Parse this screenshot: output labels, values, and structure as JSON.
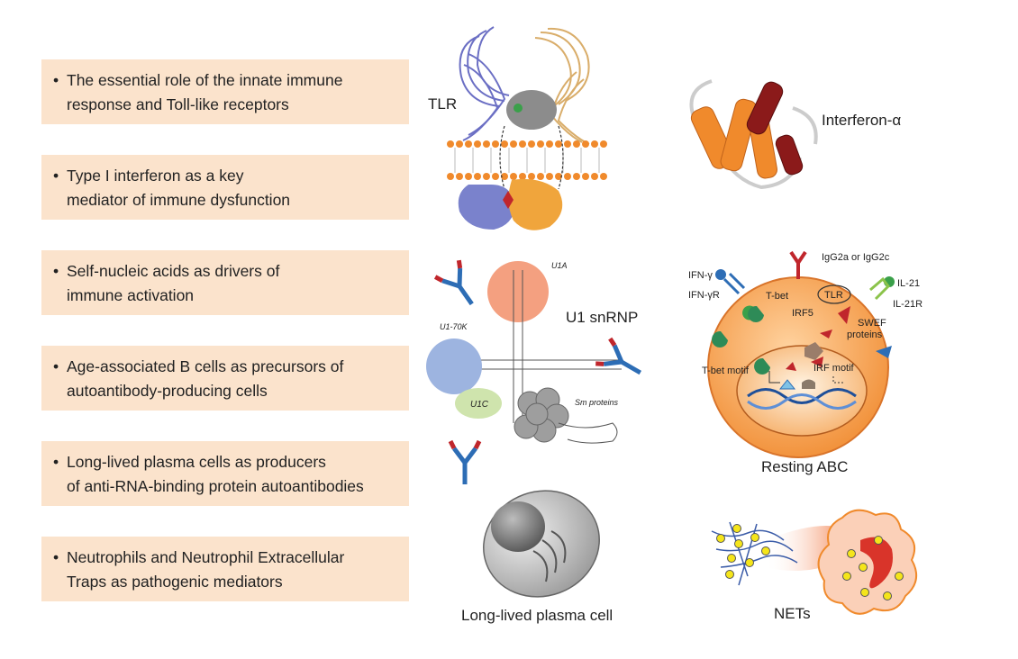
{
  "bullet": "•",
  "items": [
    {
      "text": "The essential role of the innate immune\nresponse and Toll-like receptors"
    },
    {
      "text": "Type I interferon as a key\nmediator of immune dysfunction"
    },
    {
      "text": "Self-nucleic acids as drivers of\nimmune activation"
    },
    {
      "text": "Age-associated B cells as precursors of\nautoantibody-producing cells"
    },
    {
      "text": "Long-lived plasma cells as producers\nof anti-RNA-binding protein autoantibodies"
    },
    {
      "text": "Neutrophils and Neutrophil Extracellular\nTraps as pathogenic mediators"
    }
  ],
  "labels": {
    "tlr": "TLR",
    "interferon": "Interferon-α",
    "u1snrnp": "U1 snRNP",
    "u1a": "U1A",
    "u170k": "U1-70K",
    "u1c": "U1C",
    "sm": "Sm proteins",
    "plasma": "Long-lived plasma cell",
    "abc": "Resting ABC",
    "nets": "NETs",
    "igg": "IgG2a or IgG2c",
    "ifng": "IFN-γ",
    "ifngr": "IFN-γR",
    "il21": "IL-21",
    "il21r": "IL-21R",
    "tbet": "T-bet",
    "tlr_inner": "TLR",
    "irf5": "IRF5",
    "swef": "SWEF",
    "proteins": "proteins",
    "tbet_motif": "T-bet motif",
    "irf_motif": "IRF motif"
  },
  "colors": {
    "box": "#fbe3cc",
    "cell": "#f5a55c",
    "orange": "#f08a2c",
    "red": "#c0262c",
    "blue": "#2d6db5",
    "green": "#2e8b57"
  }
}
